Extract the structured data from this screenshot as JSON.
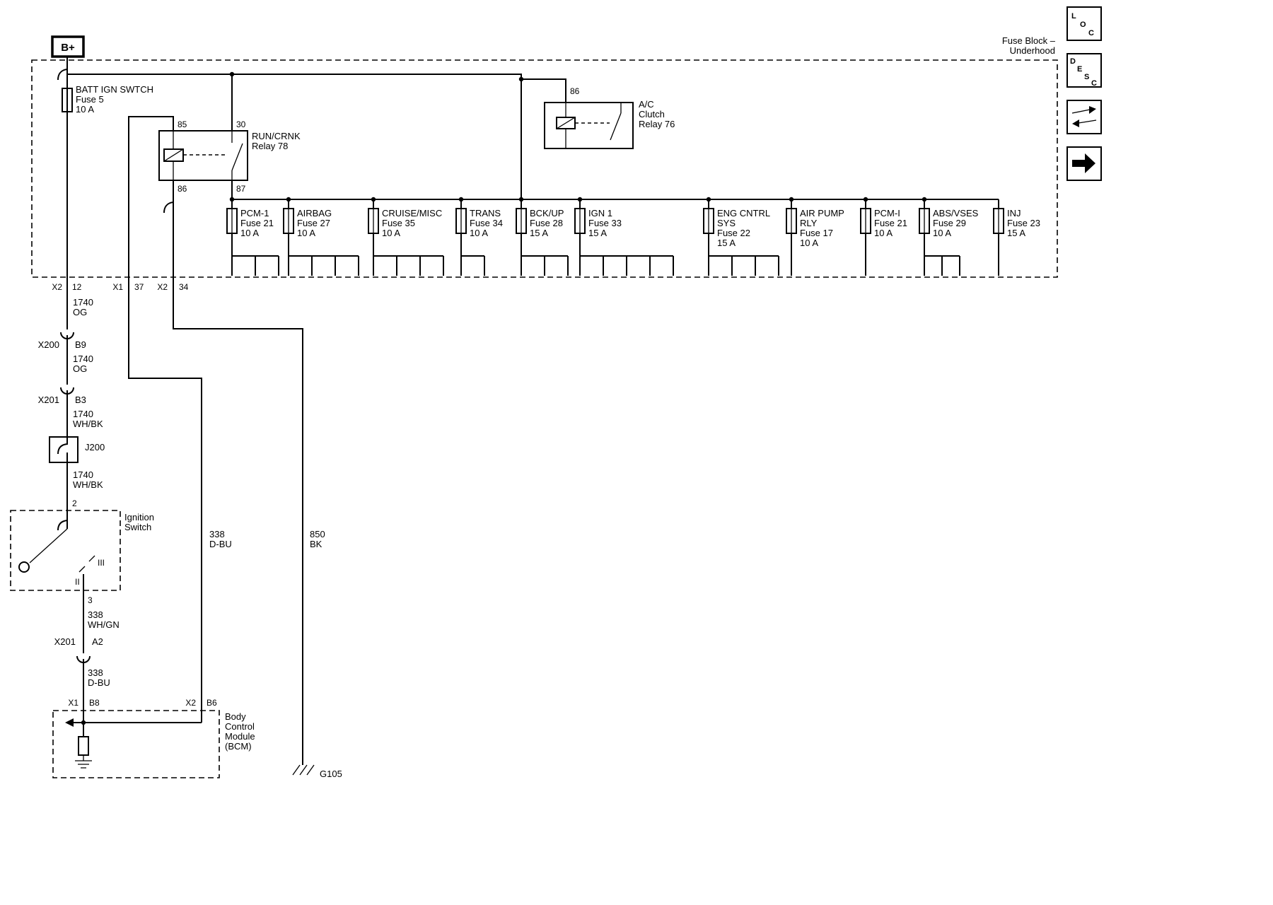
{
  "header": {
    "b_plus": "B+",
    "fuse_block": [
      "Fuse Block –",
      "Underhood"
    ]
  },
  "fuse5": [
    "BATT IGN SWTCH",
    "Fuse 5",
    "10 A"
  ],
  "relay78": {
    "t85": "85",
    "t30": "30",
    "t86": "86",
    "t87": "87",
    "name": [
      "RUN/CRNK",
      "Relay 78"
    ]
  },
  "relay76": {
    "t86": "86",
    "name": [
      "A/C",
      "Clutch",
      "Relay 76"
    ]
  },
  "fuses": [
    [
      "PCM-1",
      "Fuse 21",
      "10 A"
    ],
    [
      "AIRBAG",
      "Fuse 27",
      "10 A"
    ],
    [
      "CRUISE/MISC",
      "Fuse 35",
      "10 A"
    ],
    [
      "TRANS",
      "Fuse 34",
      "10 A"
    ],
    [
      "BCK/UP",
      "Fuse 28",
      "15 A"
    ],
    [
      "IGN 1",
      "Fuse 33",
      "15 A"
    ],
    [
      "ENG CNTRL",
      "SYS",
      "Fuse 22",
      "15 A"
    ],
    [
      "AIR PUMP",
      "RLY",
      "Fuse 17",
      "10 A"
    ],
    [
      "PCM-I",
      "Fuse 21",
      "10 A"
    ],
    [
      "ABS/VSES",
      "Fuse 29",
      "10 A"
    ],
    [
      "INJ",
      "Fuse 23",
      "15 A"
    ]
  ],
  "conn": {
    "x2_12": [
      "X2",
      "12"
    ],
    "x1_37": [
      "X1",
      "37"
    ],
    "x2_34": [
      "X2",
      "34"
    ],
    "x200_b9": [
      "X200",
      "B9"
    ],
    "x201_b3": [
      "X201",
      "B3"
    ],
    "j200": "J200",
    "pin2": "2",
    "pin3": "3",
    "x201_a2": [
      "X201",
      "A2"
    ],
    "x1_b8": [
      "X1",
      "B8"
    ],
    "x2_b6": [
      "X2",
      "B6"
    ]
  },
  "wire": {
    "og1": [
      "1740",
      "OG"
    ],
    "og2": [
      "1740",
      "OG"
    ],
    "whbk1": [
      "1740",
      "WH/BK"
    ],
    "whbk2": [
      "1740",
      "WH/BK"
    ],
    "whgn": [
      "338",
      "WH/GN"
    ],
    "dbu1": [
      "338",
      "D-BU"
    ],
    "dbu2": [
      "338",
      "D-BU"
    ],
    "bk": [
      "850",
      "BK"
    ]
  },
  "ign_switch": {
    "name": [
      "Ignition",
      "Switch"
    ],
    "pos3": "III",
    "pos2": "II"
  },
  "bcm": {
    "name": [
      "Body",
      "Control",
      "Module",
      "(BCM)"
    ]
  },
  "ground": {
    "g105": "G105"
  },
  "sidebar": {
    "loc": [
      "L",
      "O",
      "C"
    ],
    "desc": [
      "D",
      "E",
      "S",
      "C"
    ]
  }
}
